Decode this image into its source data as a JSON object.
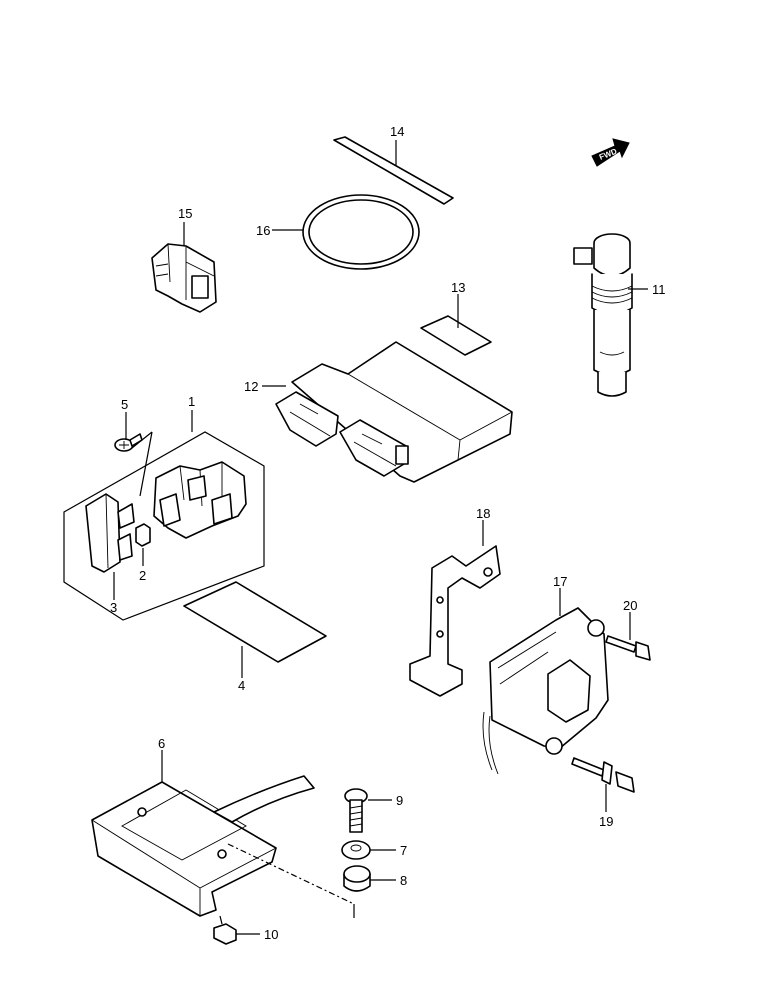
{
  "callouts": [
    {
      "id": "1",
      "label": "1"
    },
    {
      "id": "2",
      "label": "2"
    },
    {
      "id": "3",
      "label": "3"
    },
    {
      "id": "4",
      "label": "4"
    },
    {
      "id": "5",
      "label": "5"
    },
    {
      "id": "6",
      "label": "6"
    },
    {
      "id": "7",
      "label": "7"
    },
    {
      "id": "8",
      "label": "8"
    },
    {
      "id": "9",
      "label": "9"
    },
    {
      "id": "10",
      "label": "10"
    },
    {
      "id": "11",
      "label": "11"
    },
    {
      "id": "12",
      "label": "12"
    },
    {
      "id": "13",
      "label": "13"
    },
    {
      "id": "14",
      "label": "14"
    },
    {
      "id": "15",
      "label": "15"
    },
    {
      "id": "16",
      "label": "16"
    },
    {
      "id": "17",
      "label": "17"
    },
    {
      "id": "18",
      "label": "18"
    },
    {
      "id": "19",
      "label": "19"
    },
    {
      "id": "20",
      "label": "20"
    }
  ],
  "direction_badge": {
    "label": "FWD"
  }
}
